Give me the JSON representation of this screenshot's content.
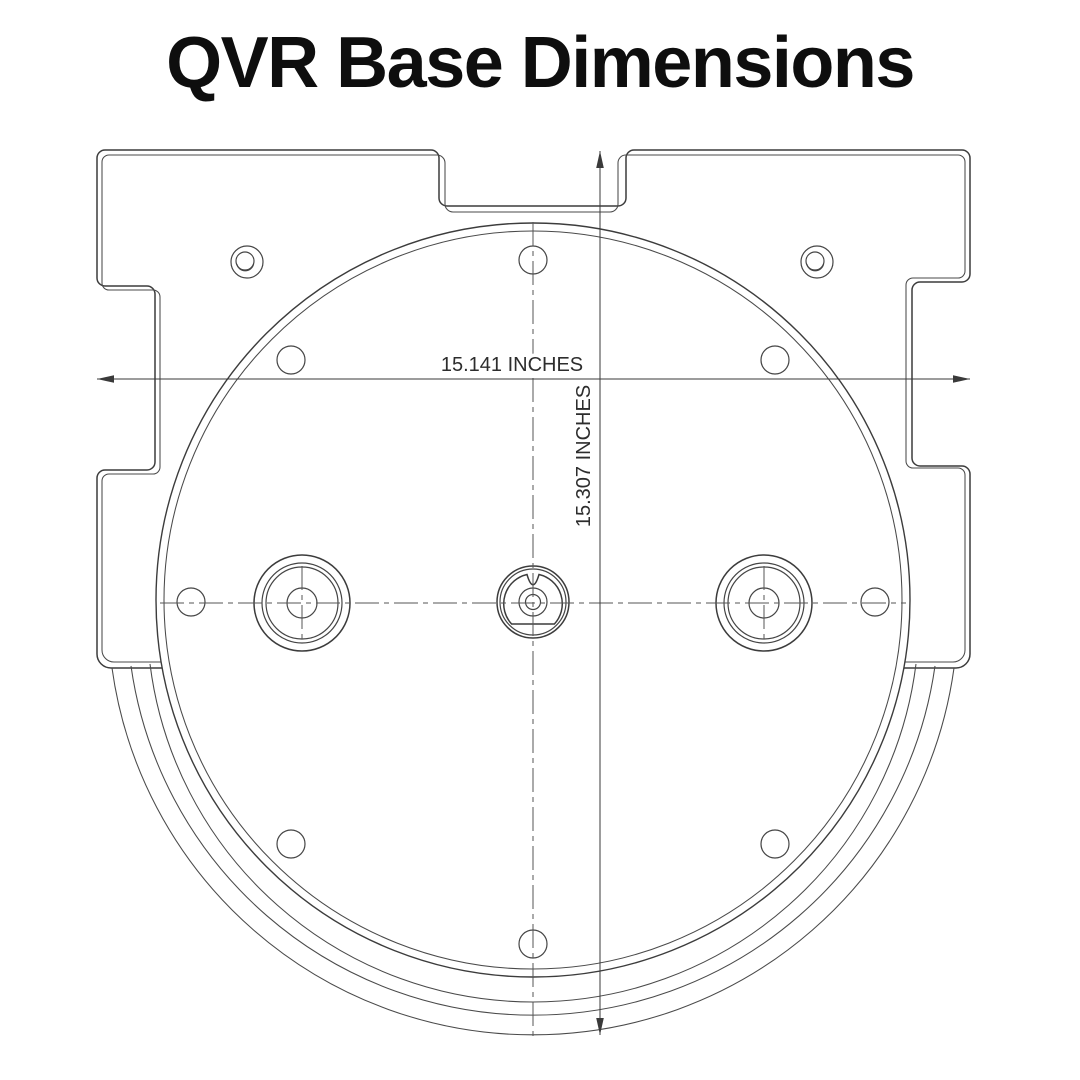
{
  "title": "QVR Base Dimensions",
  "dimensions": {
    "horizontal": "15.141 INCHES",
    "vertical": "15.307 INCHES"
  },
  "drawing": {
    "type": "technical-dimension-drawing",
    "part": "QVR base plate, top view",
    "features": {
      "bolt_circle_hole_count": 8,
      "counterbore_hole_count": 2,
      "large_roller_feature_count": 2,
      "center_hub_count": 1,
      "skirt_arc_count": 3
    }
  },
  "colors": {
    "background": "#ffffff",
    "line": "#3c3c3c",
    "centerline": "#555555",
    "dimension_text": "#2d2d2d",
    "title": "#0e0e0e"
  }
}
